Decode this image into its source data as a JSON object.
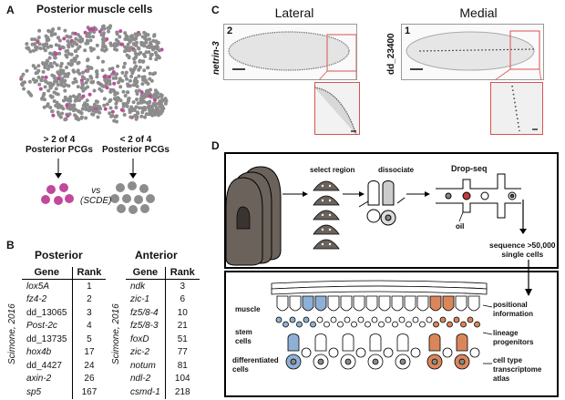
{
  "panelA": {
    "letter": "A",
    "title": "Posterior muscle cells",
    "left_label": "> 2 of 4\nPosterior PCGs",
    "right_label": "< 2 of 4\nPosterior PCGs",
    "vs_label": "vs\n(SCDE)",
    "colors": {
      "magenta": "#c0499c",
      "grey": "#8c8c8c"
    }
  },
  "panelB": {
    "letter": "B",
    "posterior": {
      "heading": "Posterior",
      "col_gene": "Gene",
      "col_rank": "Rank",
      "citation": "Scimone, 2016",
      "rows": [
        {
          "gene": "lox5A",
          "rank": "1"
        },
        {
          "gene": "fz4-2",
          "rank": "2"
        },
        {
          "gene": "dd_13065",
          "rank": "3"
        },
        {
          "gene": "Post-2c",
          "rank": "4"
        },
        {
          "gene": "dd_13735",
          "rank": "5"
        },
        {
          "gene": "hox4b",
          "rank": "17"
        },
        {
          "gene": "dd_4427",
          "rank": "24"
        },
        {
          "gene": "axin-2",
          "rank": "26"
        },
        {
          "gene": "sp5",
          "rank": "167"
        }
      ]
    },
    "anterior": {
      "heading": "Anterior",
      "col_gene": "Gene",
      "col_rank": "Rank",
      "citation": "Scimone, 2016",
      "rows": [
        {
          "gene": "ndk",
          "rank": "3"
        },
        {
          "gene": "zic-1",
          "rank": "6"
        },
        {
          "gene": "fz5/8-4",
          "rank": "10"
        },
        {
          "gene": "fz5/8-3",
          "rank": "21"
        },
        {
          "gene": "foxD",
          "rank": "51"
        },
        {
          "gene": "zic-2",
          "rank": "77"
        },
        {
          "gene": "notum",
          "rank": "81"
        },
        {
          "gene": "ndl-2",
          "rank": "104"
        },
        {
          "gene": "csmd-1",
          "rank": "218"
        }
      ]
    }
  },
  "panelC": {
    "letter": "C",
    "lateral_title": "Lateral",
    "medial_title": "Medial",
    "lateral_gene": "netrin-3",
    "medial_gene": "dd_23400",
    "lateral_count": "2",
    "medial_count": "1",
    "box_color": "#d9534f"
  },
  "panelD": {
    "letter": "D",
    "steps": [
      "select region",
      "dissociate",
      "Drop-seq"
    ],
    "oil_label": "oil",
    "sequence_label": "sequence >50,000\nsingle cells",
    "row_labels": [
      "muscle",
      "stem\ncells",
      "differentiated\ncells"
    ],
    "outputs": [
      "positional\ninformation",
      "lineage\nprogenitors",
      "cell type\ntranscriptome\natlas"
    ],
    "colors": {
      "blue": "#8fb0d6",
      "orange": "#d9875a",
      "worm": "#6b625c"
    }
  }
}
